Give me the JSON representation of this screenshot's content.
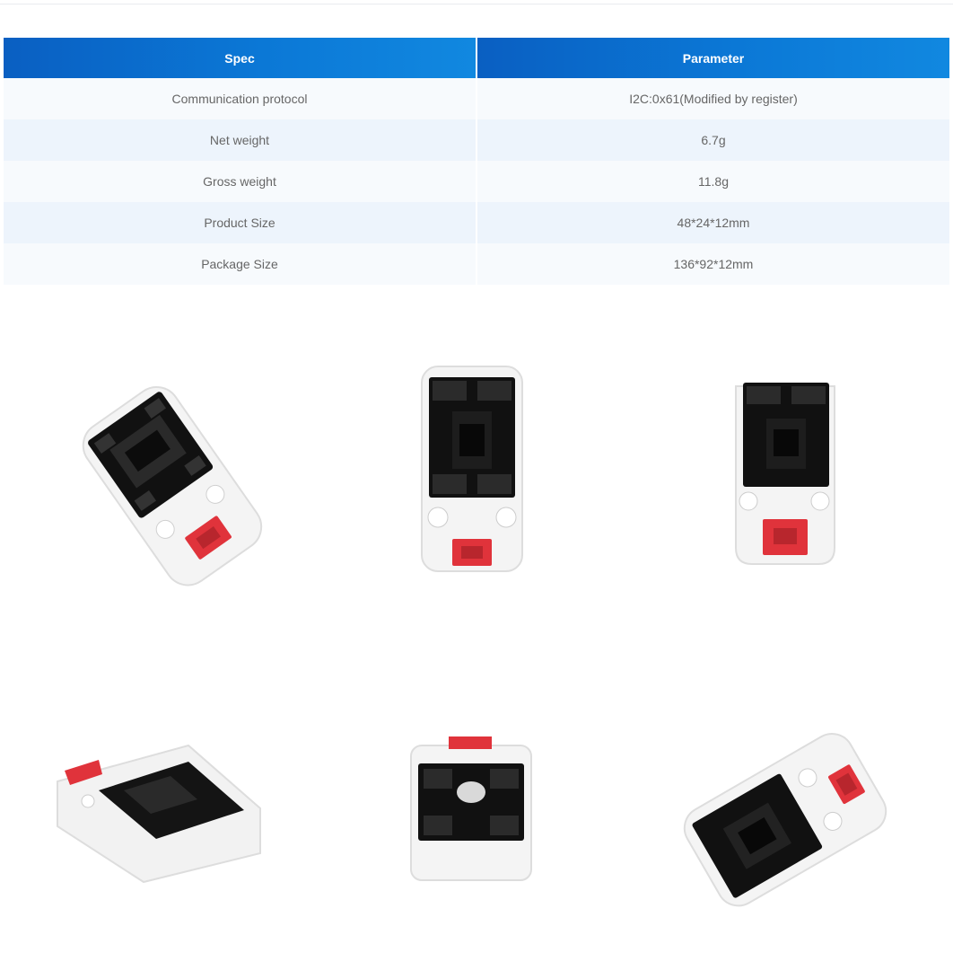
{
  "spec_table": {
    "headers": {
      "spec": "Spec",
      "parameter": "Parameter"
    },
    "rows": [
      {
        "spec": "Communication protocol",
        "parameter": "I2C:0x61(Modified by register)"
      },
      {
        "spec": "Net weight",
        "parameter": "6.7g"
      },
      {
        "spec": "Gross weight",
        "parameter": "11.8g"
      },
      {
        "spec": "Product Size",
        "parameter": "48*24*12mm"
      },
      {
        "spec": "Package Size",
        "parameter": "136*92*12mm"
      }
    ]
  },
  "colors": {
    "header_gradient_start": "#0a5fc2",
    "header_gradient_end": "#1188e0",
    "row_light": "#f7fafd",
    "row_tint": "#edf4fc",
    "module_body": "#f4f4f4",
    "module_board": "#111111",
    "connector_red": "#e0333b"
  },
  "gallery": {
    "images": [
      {
        "name": "module-angled-left-photo"
      },
      {
        "name": "module-top-view-photo"
      },
      {
        "name": "module-front-tilt-photo"
      },
      {
        "name": "module-low-angle-left-photo"
      },
      {
        "name": "module-end-view-photo"
      },
      {
        "name": "module-angled-right-photo"
      }
    ]
  }
}
